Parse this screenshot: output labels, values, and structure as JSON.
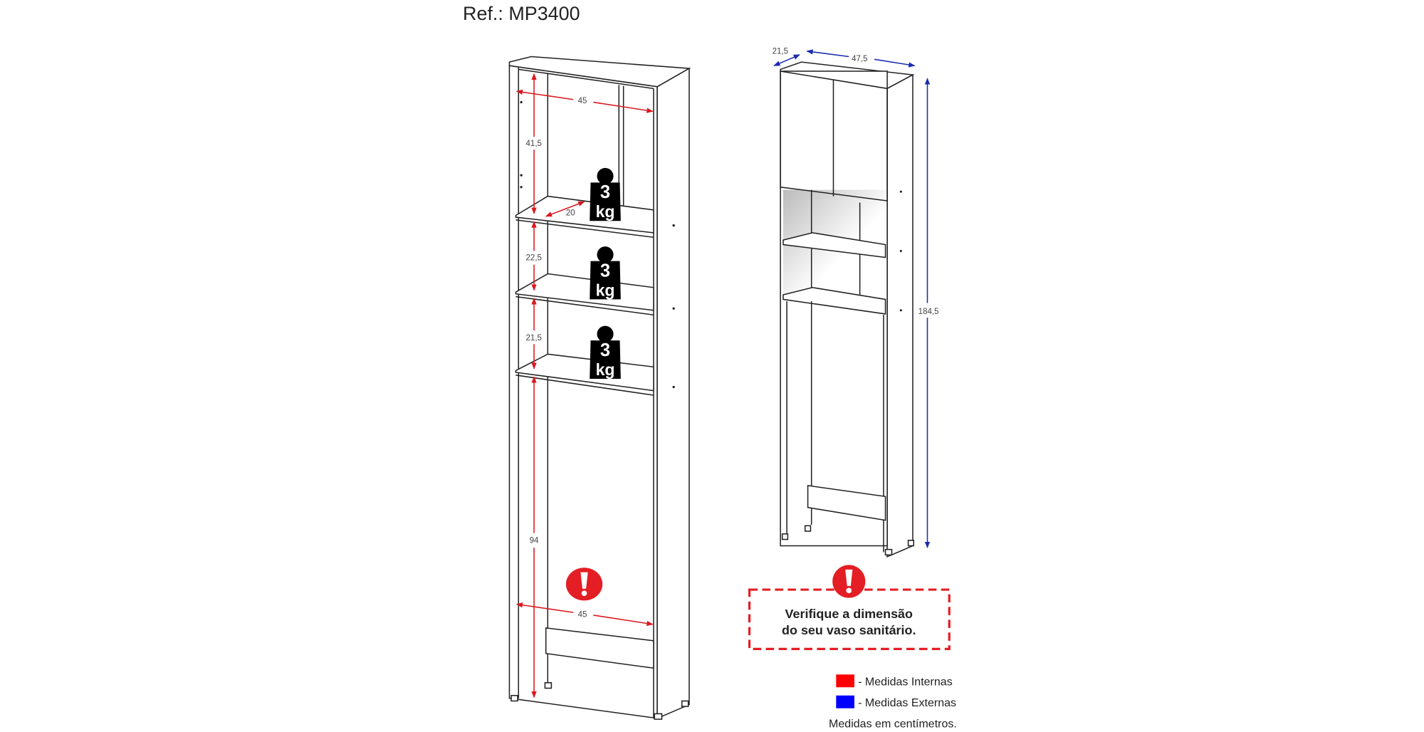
{
  "title": "Ref.: MP3400",
  "left_view": {
    "width_top": "45",
    "depth_shelf": "20",
    "height_1": "41,5",
    "height_2": "22,5",
    "height_3": "21,5",
    "height_bottom": "94",
    "width_bottom": "45",
    "weight_badges": [
      {
        "value": "3",
        "unit": "kg"
      },
      {
        "value": "3",
        "unit": "kg"
      },
      {
        "value": "3",
        "unit": "kg"
      }
    ]
  },
  "right_view": {
    "depth": "21,5",
    "width": "47,5",
    "height": "184,5"
  },
  "warning": {
    "line1": "Verifique a dimensão",
    "line2": "do seu vaso sanitário."
  },
  "legend": {
    "items": [
      {
        "label": "- Medidas Internas",
        "color": "#ff0000"
      },
      {
        "label": "- Medidas Externas",
        "color": "#0000ff"
      }
    ],
    "note": "Medidas em centímetros."
  },
  "colors": {
    "internal": "#d9181f",
    "external": "#1a2bb0",
    "warning": "#e31e24"
  }
}
